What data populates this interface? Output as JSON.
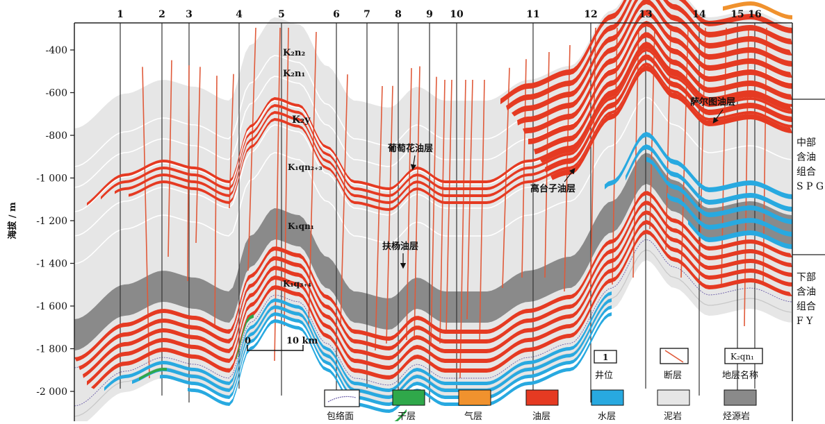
{
  "well_labels": [
    "1",
    "2",
    "3",
    "4",
    "5",
    "6",
    "7",
    "8",
    "9",
    "10",
    "11",
    "12",
    "13",
    "14",
    "15",
    "16"
  ],
  "y_axis": {
    "label": "海拔 / m",
    "ticks": [
      "-400",
      "-600",
      "-800",
      "-1 000",
      "-1 200",
      "-1 400",
      "-1 600",
      "-1 800",
      "-2 000"
    ],
    "values": [
      -400,
      -600,
      -800,
      -1000,
      -1200,
      -1400,
      -1600,
      -1800,
      -2000
    ]
  },
  "formation_labels": {
    "k2n2": "K₂n₂",
    "k2n1": "K₂n₁",
    "k2y": "K₂y",
    "k1qn234": "K₁qn₂₊₃",
    "k1qn1": "K₁qn₁",
    "k1q34": "K₁q₃₊₄"
  },
  "oil_layer_labels": {
    "putaohua": "葡萄花油层",
    "saertu": "萨尔图油层",
    "gaotaizi": "高台子油层",
    "fuyang": "扶杨油层"
  },
  "right_panel": {
    "upper_group": [
      "中部",
      "含油",
      "组合",
      "S P G"
    ],
    "lower_group": [
      "下部",
      "含油",
      "组合",
      "F Y"
    ]
  },
  "scale_bar": {
    "start": "0",
    "end": "10 km"
  },
  "legend": {
    "well_symbol_text": "1",
    "well": "井位",
    "fault": "断层",
    "formation_box_text": "K₂qn₁",
    "formation_name": "地层名称",
    "envelope": "包络面",
    "dry": "干层",
    "gas": "气层",
    "oil": "油层",
    "water": "水层",
    "mudstone": "泥岩",
    "source_rock": "烃源岩"
  },
  "colors": {
    "oil": "#e53a22",
    "water": "#28a9e0",
    "gas": "#f0922e",
    "dry": "#2fa84a",
    "mudstone": "#e6e6e6",
    "source_rock": "#8a8a8a",
    "fault": "#e05a3a"
  }
}
